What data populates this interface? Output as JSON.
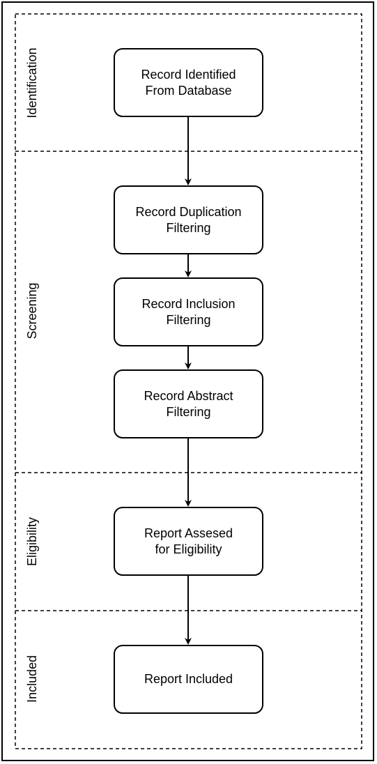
{
  "phases": [
    {
      "id": "identification",
      "label": "Identification"
    },
    {
      "id": "screening",
      "label": "Screening"
    },
    {
      "id": "eligibility",
      "label": "Eligibility"
    },
    {
      "id": "included",
      "label": "Included"
    }
  ],
  "boxes": [
    {
      "id": "record-identified",
      "label": "Record Identified\nFrom Database"
    },
    {
      "id": "record-duplication",
      "label": "Record Duplication\nFiltering"
    },
    {
      "id": "record-inclusion",
      "label": "Record Inclusion\nFiltering"
    },
    {
      "id": "record-abstract",
      "label": "Record Abstract\nFiltering"
    },
    {
      "id": "report-assessed",
      "label": "Report Assesed\nfor Eligibility"
    },
    {
      "id": "report-included",
      "label": "Report Included"
    }
  ],
  "colors": {
    "line": "#000000",
    "background": "#ffffff"
  }
}
